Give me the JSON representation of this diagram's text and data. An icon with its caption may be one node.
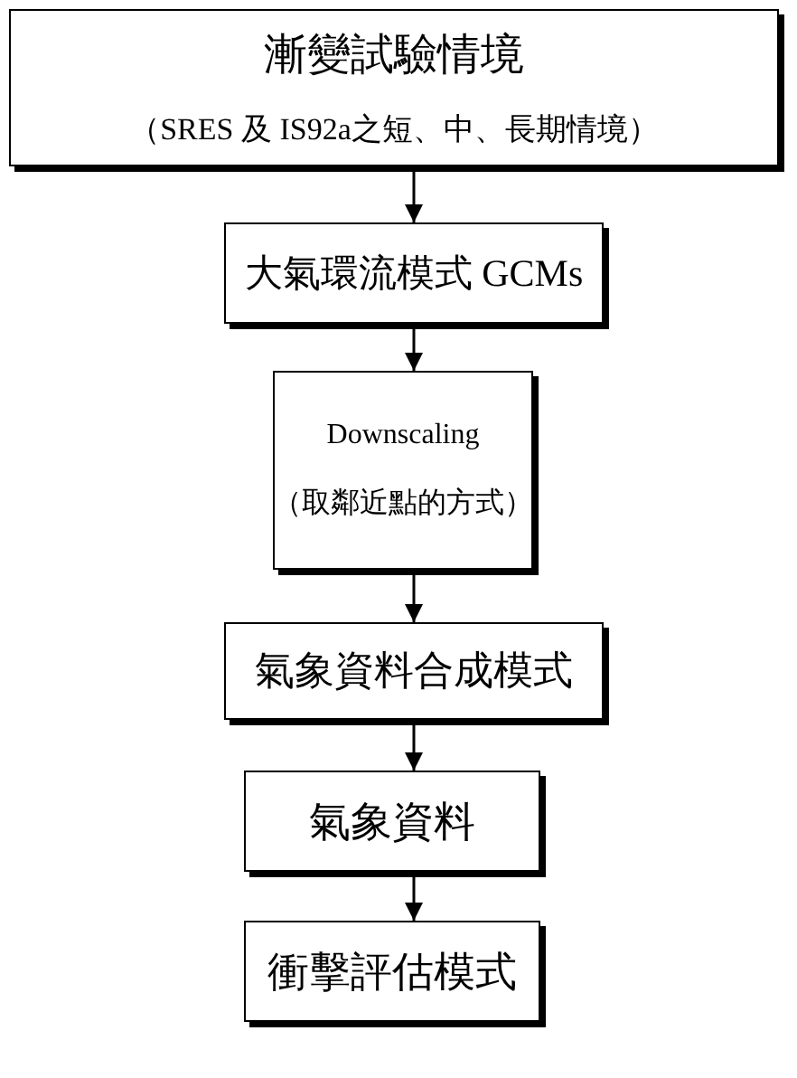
{
  "diagram": {
    "nodes": [
      {
        "text": [
          "漸變試驗情境",
          "（SRES 及 IS92a之短、中、長期情境）"
        ]
      },
      {
        "text": [
          "大氣環流模式 GCMs"
        ]
      },
      {
        "text": [
          "Downscaling",
          "（取鄰近點的方式）"
        ]
      },
      {
        "text": [
          "氣象資料合成模式"
        ]
      },
      {
        "text": [
          "氣象資料"
        ]
      },
      {
        "text": [
          "衝擊評估模式"
        ]
      }
    ],
    "edges": [
      {
        "from": 0,
        "to": 1,
        "arrow": "to"
      },
      {
        "from": 1,
        "to": 2,
        "arrow": "to"
      },
      {
        "from": 2,
        "to": 3,
        "arrow": "to"
      },
      {
        "from": 3,
        "to": 4,
        "arrow": "to"
      },
      {
        "from": 4,
        "to": 5,
        "arrow": "to"
      }
    ]
  }
}
